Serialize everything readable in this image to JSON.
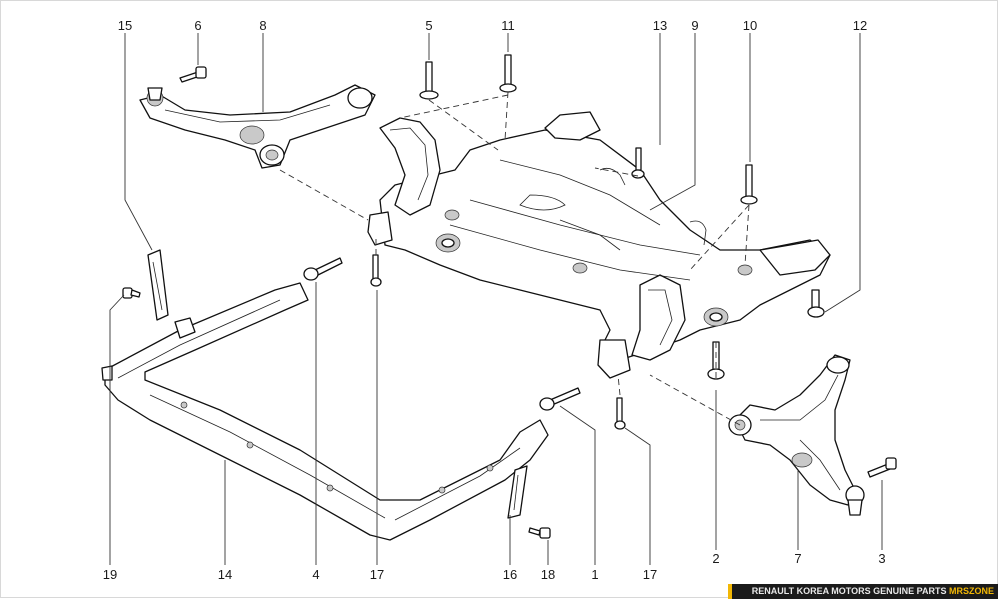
{
  "callouts": {
    "c1": "1",
    "c2": "2",
    "c3": "3",
    "c4": "4",
    "c5": "5",
    "c6": "6",
    "c7": "7",
    "c8": "8",
    "c9": "9",
    "c10": "10",
    "c11": "11",
    "c12": "12",
    "c13": "13",
    "c14": "14",
    "c15": "15",
    "c16": "16",
    "c17a": "17",
    "c17b": "17",
    "c18": "18",
    "c19": "19"
  },
  "footer": {
    "text": "RENAULT KOREA MOTORS GENUINE PARTS",
    "brand": "MRSZONE"
  },
  "colors": {
    "footer_bg": "#1b1b1b",
    "footer_text": "#e8e8e8",
    "brand_accent": "#f2b705"
  }
}
